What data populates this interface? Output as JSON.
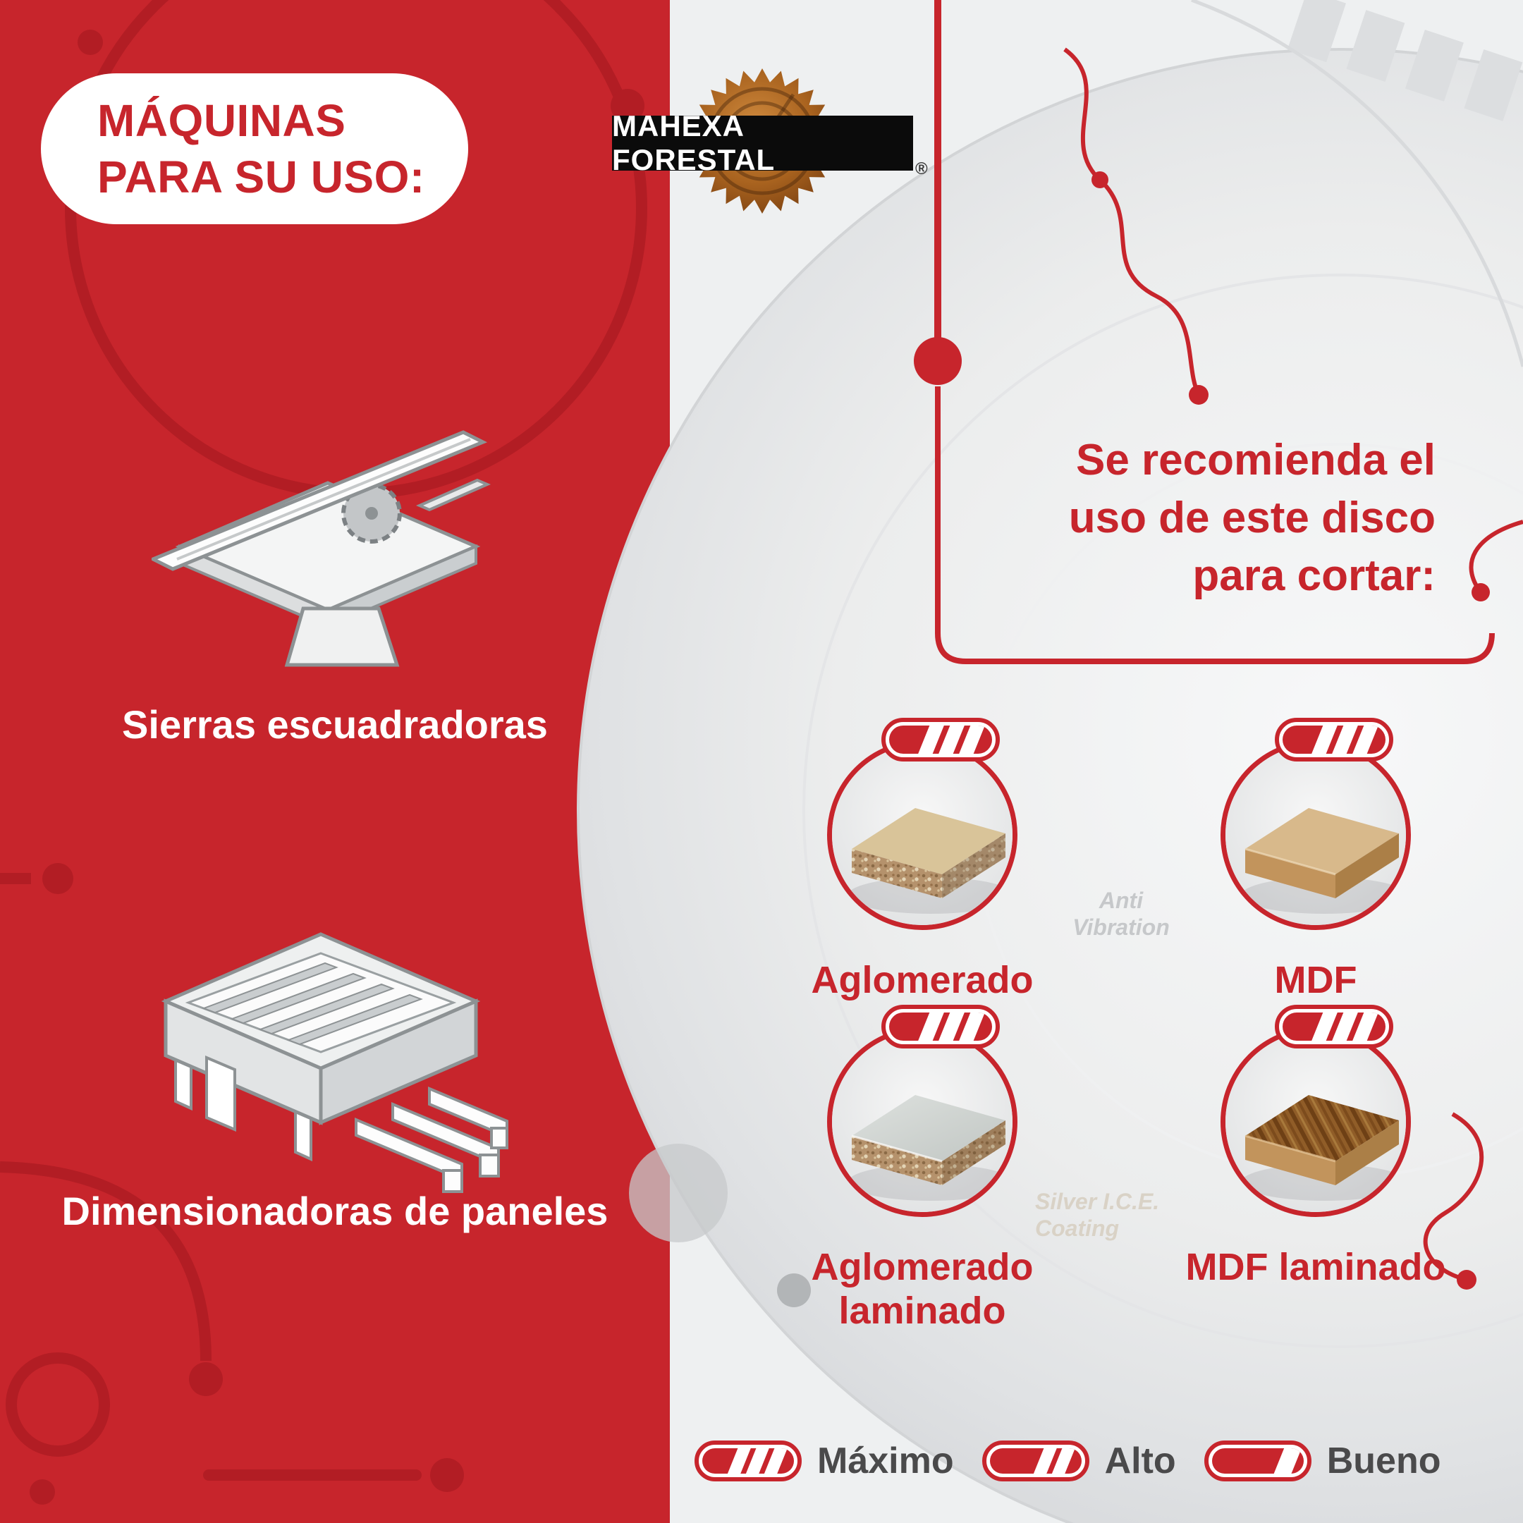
{
  "colors": {
    "red": "#c7252c",
    "dark_red": "#b21d24",
    "panel_bg": "#eef0f1",
    "text_gray": "#4a4a4b"
  },
  "left_panel": {
    "title": "MÁQUINAS\nPARA SU USO:",
    "machines": [
      {
        "label": "Sierras escuadradoras",
        "icon": "sliding-table-saw-icon"
      },
      {
        "label": "Dimensionadoras de paneles",
        "icon": "panel-sizing-machine-icon"
      }
    ]
  },
  "logo": {
    "name": "MAHEXA FORESTAL",
    "registered": "®",
    "icon": "wood-saw-blade-icon"
  },
  "recommendation": "Se recomienda el\nuso de este disco\npara cortar:",
  "materials": [
    {
      "label": "Aglomerado",
      "rating": "Máximo",
      "stripes": 3
    },
    {
      "label": "MDF",
      "rating": "Máximo",
      "stripes": 3
    },
    {
      "label": "Aglomerado laminado",
      "rating": "Máximo",
      "stripes": 3
    },
    {
      "label": "MDF laminado",
      "rating": "Máximo",
      "stripes": 3
    }
  ],
  "legend": [
    {
      "label": "Máximo",
      "stripes": 3
    },
    {
      "label": "Alto",
      "stripes": 2
    },
    {
      "label": "Bueno",
      "stripes": 1
    }
  ],
  "blade_markings": {
    "anti_line1": "Anti",
    "anti_line2": "Vibration",
    "silver_line1": "Silver I.C.E.",
    "silver_line2": "Coating"
  }
}
